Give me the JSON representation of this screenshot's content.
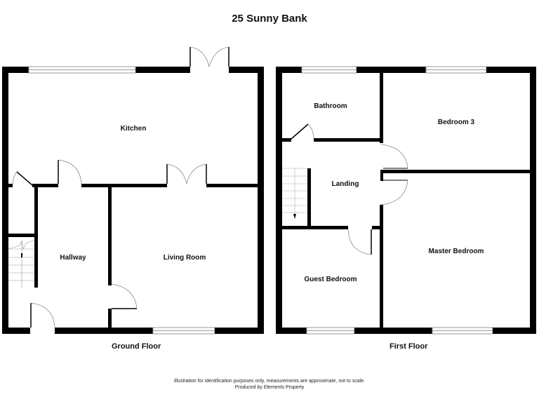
{
  "title": "25 Sunny Bank",
  "floors": [
    {
      "name": "Ground Floor",
      "rooms": [
        "Kitchen",
        "Hallway",
        "Living Room"
      ]
    },
    {
      "name": "First Floor",
      "rooms": [
        "Bathroom",
        "Bedroom 3",
        "Landing",
        "Guest Bedroom",
        "Master Bedroom"
      ]
    }
  ],
  "labels": {
    "kitchen": "Kitchen",
    "hallway": "Hallway",
    "living_room": "Living Room",
    "bathroom": "Bathroom",
    "bedroom3": "Bedroom 3",
    "landing": "Landing",
    "guest_bedroom": "Guest Bedroom",
    "master_bedroom": "Master Bedroom",
    "ground_floor": "Ground Floor",
    "first_floor": "First Floor"
  },
  "footer": {
    "line1": "Illustration for identification purposes only, measurements are approximate, not to scale.",
    "line2": "Produced by Elements Property"
  },
  "colors": {
    "wall": "#000000",
    "window": "#999999",
    "door_arc": "#888888"
  }
}
